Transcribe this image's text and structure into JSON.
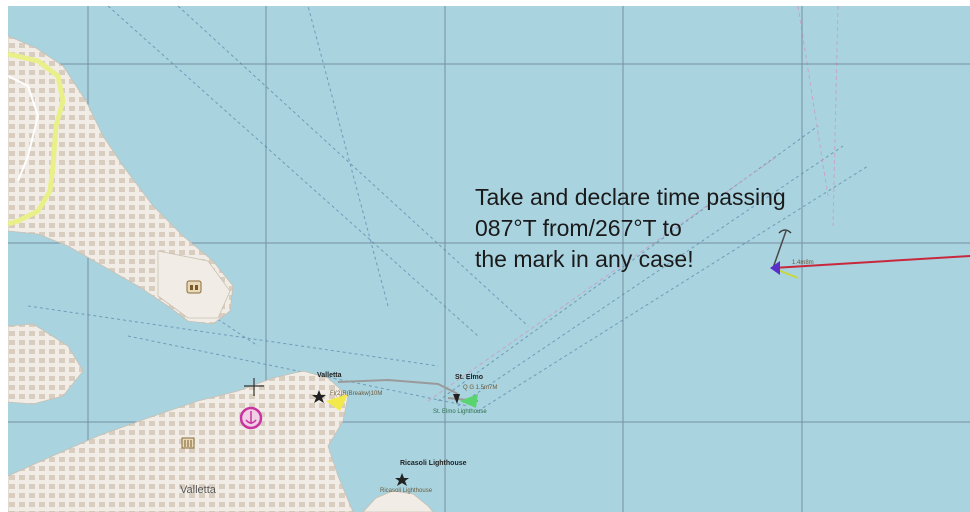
{
  "instruction": {
    "line1": "Take and declare time passing",
    "line2": "087°T from/267°T to",
    "line3": "the mark in any case!"
  },
  "labels": {
    "valletta_town": "Valletta",
    "valletta_light": "Valletta",
    "valletta_light_char": "Fl(2)R(Breakw)10M",
    "st_elmo": "St. Elmo",
    "st_elmo_char": "Q G 1.5m7M",
    "st_elmo_sub": "St. Elmo Lighthouse",
    "ricasoli": "Ricasoli Lighthouse",
    "ricasoli_sub": "Ricasoli Lighthouse",
    "mark_label": "1.4m8m"
  },
  "colors": {
    "sea": "#a9d3df",
    "land": "#f1ede6",
    "building": "#d6ccbf",
    "road_yellow": "#e9f08a",
    "track": "#c8283c",
    "mark_arrow": "#5a2fc8",
    "marina": "#c834a0"
  },
  "icons": [
    "star-icon",
    "marina-icon",
    "anchor-icon",
    "castle-icon",
    "museum-icon",
    "lighthouse-icon",
    "compass-crosshair-icon"
  ]
}
